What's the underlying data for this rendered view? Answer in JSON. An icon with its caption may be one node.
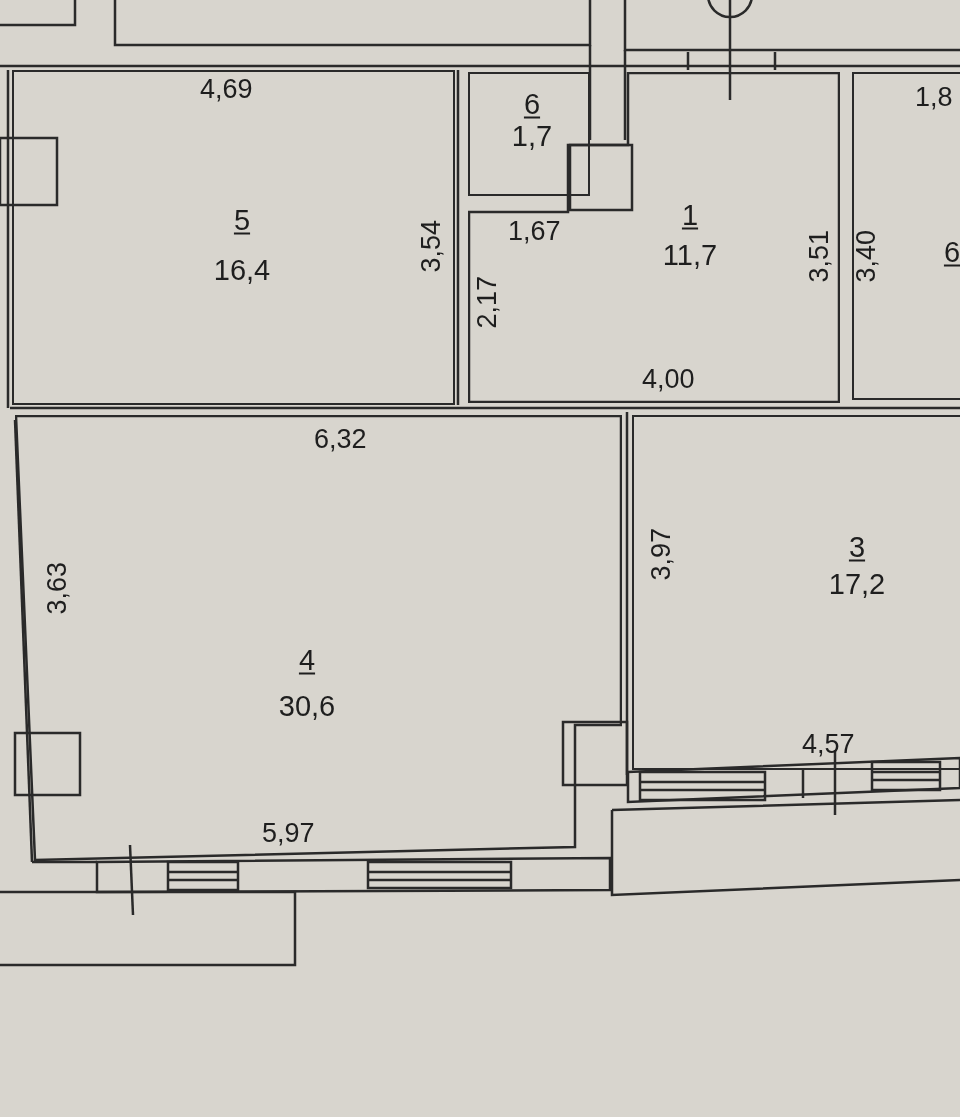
{
  "diagram": {
    "nodes": [
      {
        "text": [
          "5",
          "16,4"
        ]
      },
      {
        "text": [
          "6",
          "1,7"
        ]
      },
      {
        "text": [
          "1",
          "11,7"
        ]
      },
      {
        "text": [
          "6"
        ]
      },
      {
        "text": [
          "4",
          "30,6"
        ]
      },
      {
        "text": [
          "3",
          "17,2"
        ]
      }
    ],
    "edges": [],
    "labels": [
      "4,69",
      "1,8",
      "3,54",
      "1,67",
      "3,51",
      "3,40",
      "2,17",
      "4,00",
      "6,32",
      "3,97",
      "3,63",
      "4,57",
      "5,97"
    ]
  }
}
